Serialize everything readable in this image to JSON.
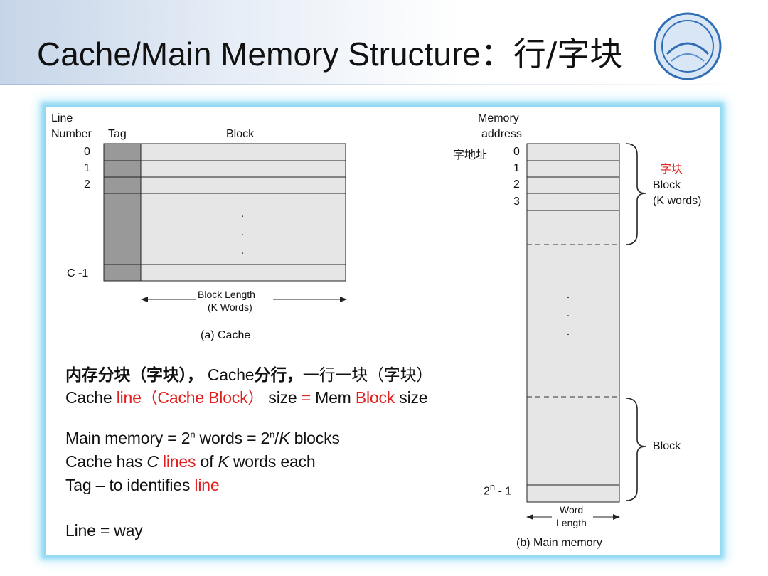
{
  "slide": {
    "title": "Cache/Main Memory Structure：",
    "title_cjk": "行/字块"
  },
  "cache": {
    "line_number_header_1": "Line",
    "line_number_header_2": "Number",
    "tag_header": "Tag",
    "block_header": "Block",
    "line_labels": [
      "0",
      "1",
      "2",
      "C -1"
    ],
    "block_length_1": "Block Length",
    "block_length_2": "(K Words)",
    "caption": "(a) Cache"
  },
  "memory": {
    "header_1": "Memory",
    "header_2": "address",
    "word_address_label": "字地址",
    "address_labels": [
      "0",
      "1",
      "2",
      "3"
    ],
    "last_address_base": "2",
    "last_address_exp": "n",
    "last_address_suffix": " - 1",
    "block_label_cn": "字块",
    "block_label_1": "Block",
    "block_label_2": "(K words)",
    "block_label_bottom": "Block",
    "word_length_1": "Word",
    "word_length_2": "Length",
    "caption": "(b) Main memory"
  },
  "notes": {
    "line1_bold": "内存分块（字块），",
    "line1_mid": " Cache",
    "line1_bold2": "分行，",
    "line1_rest": "一行一块（字块）",
    "line2_a": "Cache ",
    "line2_b": "line（Cache Block）",
    "line2_c": " size ",
    "line2_d": "=",
    "line2_e": " Mem ",
    "line2_f": "Block",
    "line2_g": " size",
    "line3_a": "Main memory = 2",
    "line3_exp1": "n",
    "line3_b": " words = 2",
    "line3_exp2": "n",
    "line3_c": "/",
    "line3_k": "K",
    "line3_d": " blocks",
    "line4_a": "Cache has ",
    "line4_c": "C",
    "line4_b": " ",
    "line4_lines": "lines",
    "line4_of": " of ",
    "line4_k": "K",
    "line4_rest": "  words each",
    "line5_a": "Tag – to identifies ",
    "line5_b": "line",
    "line6": "Line = way"
  },
  "colors": {
    "accent_red": "#e0201f",
    "tag_fill": "#999999",
    "cell_fill": "#e6e6e6",
    "glow": "#8fd8f2"
  }
}
